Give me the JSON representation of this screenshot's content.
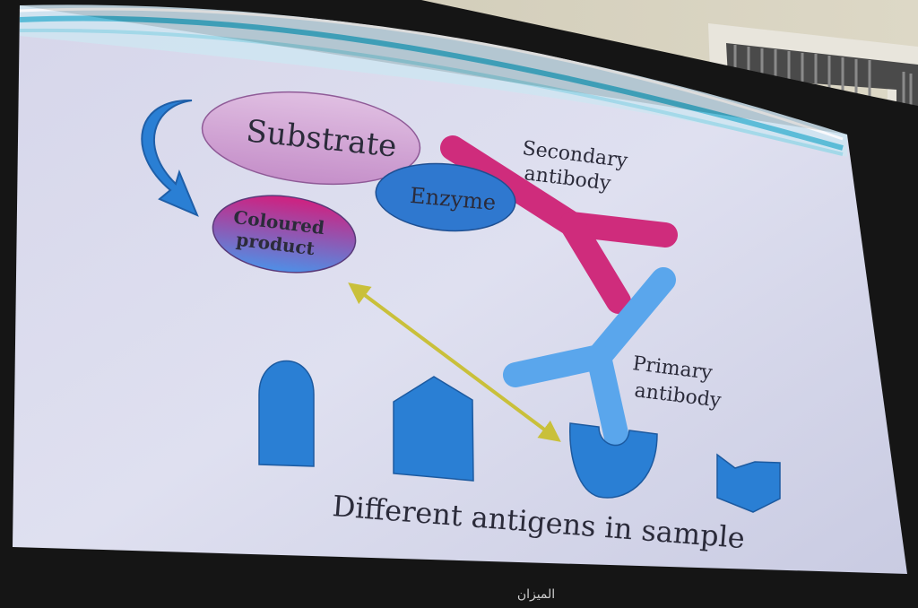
{
  "slide": {
    "substrate_label": "Substrate",
    "enzyme_label": "Enzyme",
    "coloured_product_line1": "Coloured",
    "coloured_product_line2": "product",
    "secondary_antibody_line1": "Secondary",
    "secondary_antibody_line2": "antibody",
    "primary_antibody_line1": "Primary",
    "primary_antibody_line2": "antibody",
    "caption": "Different antigens in sample"
  },
  "monitor": {
    "brand_text": "الميزان"
  },
  "colors": {
    "slide_background": "#dcdcee",
    "antigen_blue": "#2a7fd4",
    "primary_antibody": "#5aa6ec",
    "secondary_antibody": "#cf2c7c",
    "enzyme": "#2f78cf",
    "substrate": "#d4a7d6",
    "arrow_yellow": "#c9c03a",
    "bezel": "#151515",
    "wall": "#cfc9b6"
  }
}
